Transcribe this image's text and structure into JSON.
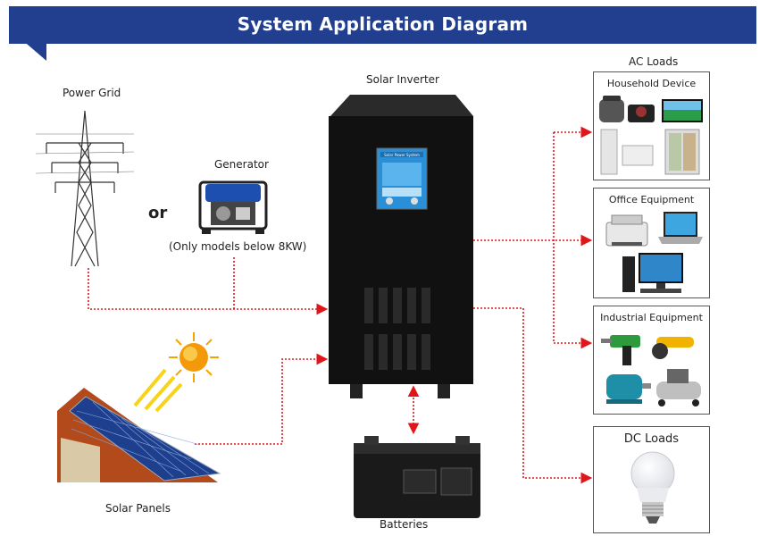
{
  "header": {
    "title": "System Application Diagram"
  },
  "labels": {
    "power_grid": "Power Grid",
    "or": "or",
    "generator": "Generator",
    "generator_note": "(Only models below 8KW)",
    "inverter": "Solar Inverter",
    "solar_panels": "Solar Panels",
    "batteries": "Batteries",
    "ac_loads": "AC Loads",
    "household": "Household Device",
    "office": "Office Equipment",
    "industrial": "Industrial Equipment",
    "dc_loads": "DC Loads",
    "inverter_screen": "Solar Power System"
  },
  "colors": {
    "banner": "#213f8e",
    "wire": "#e0161b",
    "inverter_body": "#111111",
    "screen": "#2a8fd6"
  },
  "icons": [
    "transmission-tower-icon",
    "generator-icon",
    "solar-inverter-icon",
    "sun-icon",
    "solar-panel-icon",
    "battery-icon",
    "pressure-cooker-icon",
    "induction-cooker-icon",
    "tv-icon",
    "air-conditioner-icon",
    "fridge-icon",
    "printer-icon",
    "laptop-icon",
    "desktop-pc-icon",
    "drill-icon",
    "angle-grinder-icon",
    "electric-motor-icon",
    "air-compressor-icon",
    "light-bulb-icon"
  ]
}
